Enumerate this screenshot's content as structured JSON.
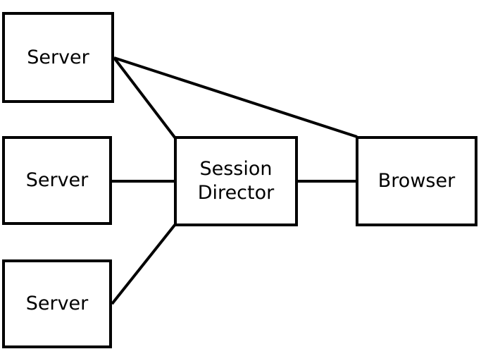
{
  "diagram": {
    "background_color": "#ffffff",
    "stroke_color": "#000000",
    "text_color": "#000000",
    "nodes": [
      {
        "id": "server-top",
        "label": "Server"
      },
      {
        "id": "server-middle",
        "label": "Server"
      },
      {
        "id": "server-bottom",
        "label": "Server"
      },
      {
        "id": "session-director",
        "label": "Session Director"
      },
      {
        "id": "browser",
        "label": "Browser"
      }
    ],
    "edges": [
      {
        "from": "server-top",
        "to": "session-director"
      },
      {
        "from": "server-top",
        "to": "browser"
      },
      {
        "from": "server-middle",
        "to": "session-director"
      },
      {
        "from": "session-director",
        "to": "browser"
      },
      {
        "from": "session-director",
        "to": "server-bottom"
      }
    ]
  }
}
